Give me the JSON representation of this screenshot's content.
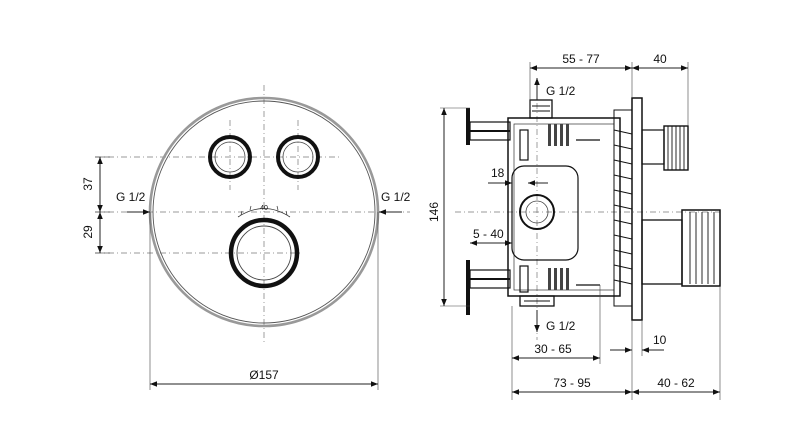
{
  "front_view": {
    "dim_height_upper": "37",
    "dim_height_lower": "29",
    "inlet_left": "G 1/2",
    "inlet_right": "G 1/2",
    "scale_mark": "40",
    "dim_diameter": "Ø157"
  },
  "side_view": {
    "dim_top_span": "55 - 77",
    "dim_top_right": "40",
    "outlet_top": "G 1/2",
    "outlet_bottom": "G 1/2",
    "dim_body_width": "18",
    "dim_total_height": "146",
    "dim_depth_range": "5 - 40",
    "dim_bottom_span": "30 - 65",
    "dim_bottom_small": "10",
    "dim_bottom_total": "73 - 95",
    "dim_bottom_right": "40 - 62"
  }
}
